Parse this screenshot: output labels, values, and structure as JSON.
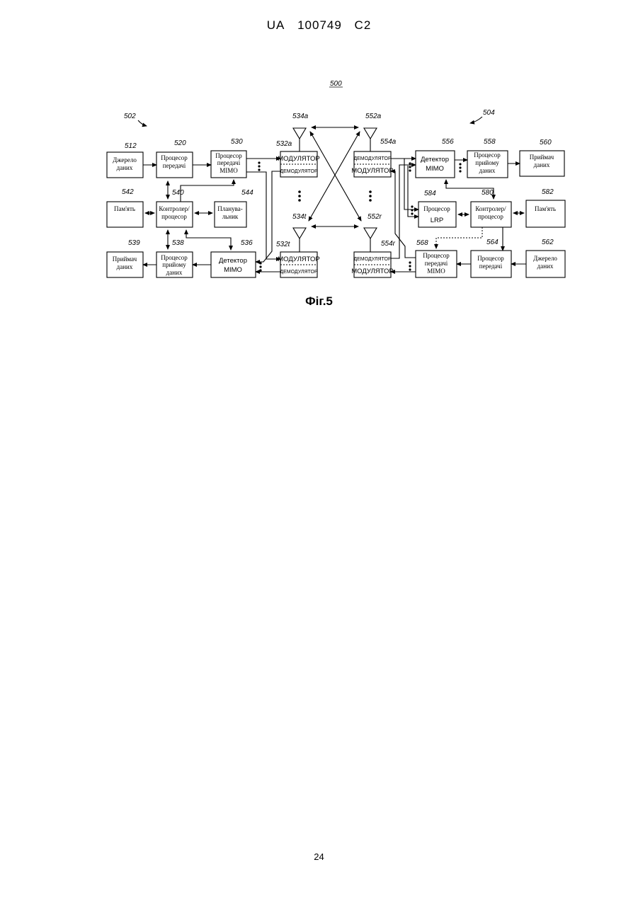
{
  "page": {
    "header": {
      "country": "UA",
      "number": "100749",
      "kind": "C2"
    },
    "page_number": "24",
    "figure_caption": "Фіг.5"
  },
  "diagram": {
    "system_ref": "500",
    "station_refs": {
      "left": "502",
      "right": "504"
    },
    "blocks": {
      "data_source_left": {
        "ref": "512",
        "lines": [
          "Джерело",
          "даних"
        ]
      },
      "tx_processor_left": {
        "ref": "520",
        "lines": [
          "Процесор",
          "передачі"
        ]
      },
      "tx_mimo_processor_left": {
        "ref": "530",
        "lines": [
          "Процесор",
          "передачі",
          "MIMO"
        ]
      },
      "memory_left": {
        "ref": "542",
        "lines": [
          "Пам'ять"
        ]
      },
      "controller_left": {
        "ref": "540",
        "lines": [
          "Контролер/",
          "процесор"
        ]
      },
      "scheduler_left": {
        "ref": "544",
        "lines": [
          "Планува-",
          "льник"
        ]
      },
      "data_sink_left": {
        "ref": "539",
        "lines": [
          "Приймач",
          "даних"
        ]
      },
      "rx_processor_left": {
        "ref": "538",
        "lines": [
          "Процесор",
          "прийому",
          "даних"
        ]
      },
      "mimo_detector_left": {
        "ref": "536",
        "lines": [
          "Детектор",
          "MIMO"
        ]
      },
      "modem_left_top": {
        "ref": "532a",
        "top": "МОДУЛЯТОР",
        "bottom": "ДЕМОДУЛЯТОР"
      },
      "modem_left_bottom": {
        "ref": "532t",
        "top": "МОДУЛЯТОР",
        "bottom": "ДЕМОДУЛЯТОР"
      },
      "modem_right_top": {
        "ref": "554a",
        "top": "ДЕМОДУЛЯТОР",
        "bottom": "МОДУЛЯТОР"
      },
      "modem_right_bottom": {
        "ref": "554r",
        "top": "ДЕМОДУЛЯТОР",
        "bottom": "МОДУЛЯТОР"
      },
      "mimo_detector_right": {
        "ref": "556",
        "lines": [
          "Детектор",
          "MIMO"
        ]
      },
      "rx_processor_right": {
        "ref": "558",
        "lines": [
          "Процесор",
          "прийому",
          "даних"
        ]
      },
      "data_sink_right": {
        "ref": "560",
        "lines": [
          "Приймач",
          "даних"
        ]
      },
      "lrp_processor": {
        "ref": "584",
        "lines": [
          "Процесор",
          "LRP"
        ]
      },
      "controller_right": {
        "ref": "580",
        "lines": [
          "Контролер/",
          "процесор"
        ]
      },
      "memory_right": {
        "ref": "582",
        "lines": [
          "Пам'ять"
        ]
      },
      "tx_mimo_processor_right": {
        "ref": "568",
        "lines": [
          "Процесор",
          "передачі",
          "MIMO"
        ]
      },
      "tx_processor_right": {
        "ref": "564",
        "lines": [
          "Процесор",
          "передачі"
        ]
      },
      "data_source_right": {
        "ref": "562",
        "lines": [
          "Джерело",
          "даних"
        ]
      }
    },
    "antennas": {
      "left_top": "534a",
      "left_bottom": "534t",
      "right_top": "552a",
      "right_bottom": "552r"
    }
  }
}
